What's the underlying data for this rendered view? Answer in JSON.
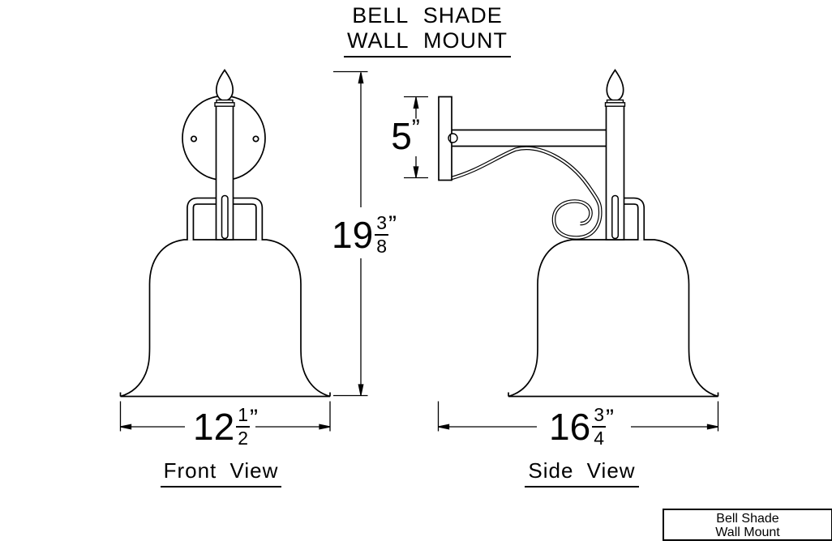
{
  "drawing_title": {
    "line1": "BELL SHADE",
    "line2": "WALL MOUNT"
  },
  "dimensions": {
    "overall_height": {
      "whole": "19",
      "numerator": "3",
      "denominator": "8",
      "unit": "”"
    },
    "backplate_height": {
      "whole": "5",
      "unit": "”"
    },
    "front_width": {
      "whole": "12",
      "numerator": "1",
      "denominator": "2",
      "unit": "”"
    },
    "side_depth": {
      "whole": "16",
      "numerator": "3",
      "denominator": "4",
      "unit": "”"
    }
  },
  "view_labels": {
    "front": "Front View",
    "side": "Side View"
  },
  "title_block": {
    "line1": "Bell Shade",
    "line2": "Wall Mount"
  },
  "colors": {
    "line": "#000000",
    "background": "#ffffff"
  }
}
